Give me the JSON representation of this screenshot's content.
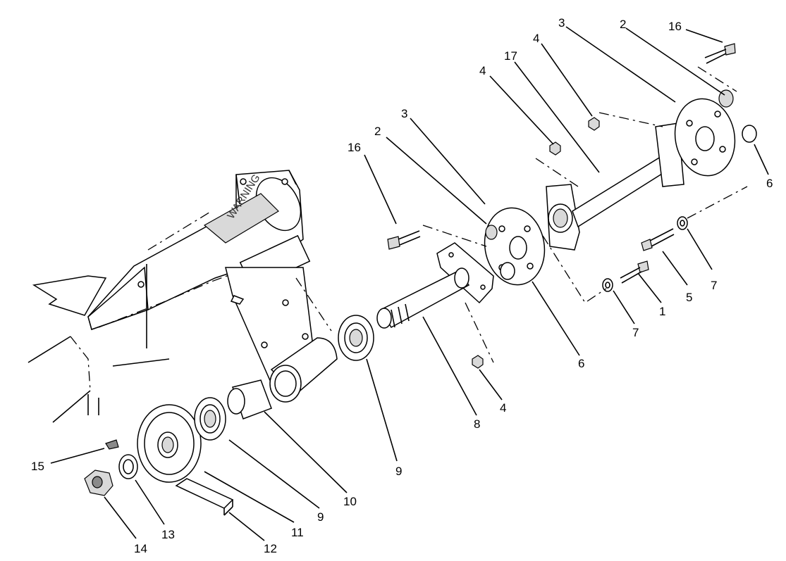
{
  "diagram": {
    "warning_label": "WARNING",
    "callouts": [
      {
        "id": "c16a",
        "text": "16"
      },
      {
        "id": "c2a",
        "text": "2"
      },
      {
        "id": "c3a",
        "text": "3"
      },
      {
        "id": "c4a",
        "text": "4"
      },
      {
        "id": "c17",
        "text": "17"
      },
      {
        "id": "c4b",
        "text": "4"
      },
      {
        "id": "c3b",
        "text": "3"
      },
      {
        "id": "c2b",
        "text": "2"
      },
      {
        "id": "c16b",
        "text": "16"
      },
      {
        "id": "c6a",
        "text": "6"
      },
      {
        "id": "c7a",
        "text": "7"
      },
      {
        "id": "c5",
        "text": "5"
      },
      {
        "id": "c1",
        "text": "1"
      },
      {
        "id": "c7b",
        "text": "7"
      },
      {
        "id": "c6b",
        "text": "6"
      },
      {
        "id": "c4c",
        "text": "4"
      },
      {
        "id": "c8",
        "text": "8"
      },
      {
        "id": "c9a",
        "text": "9"
      },
      {
        "id": "c10",
        "text": "10"
      },
      {
        "id": "c9b",
        "text": "9"
      },
      {
        "id": "c11",
        "text": "11"
      },
      {
        "id": "c12",
        "text": "12"
      },
      {
        "id": "c13",
        "text": "13"
      },
      {
        "id": "c14",
        "text": "14"
      },
      {
        "id": "c15",
        "text": "15"
      }
    ]
  }
}
